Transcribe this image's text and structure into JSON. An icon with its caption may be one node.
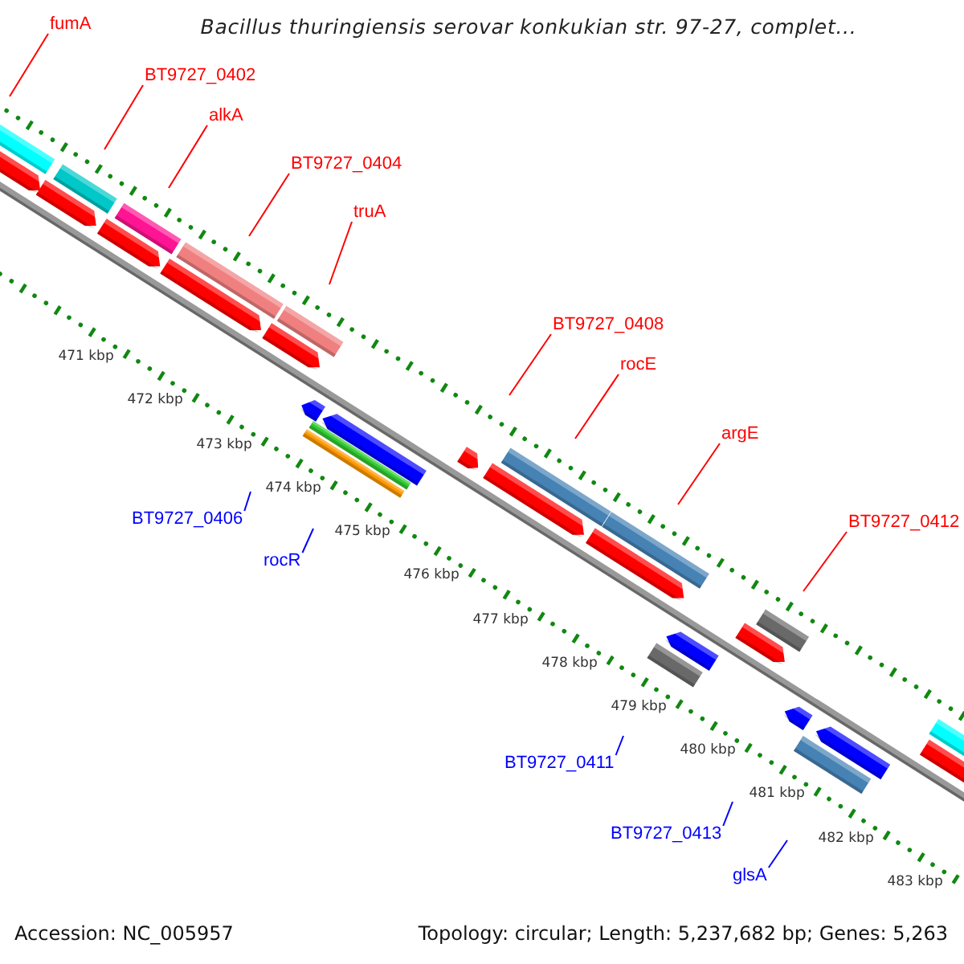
{
  "diagram": {
    "title": "Bacillus thuringiensis serovar konkukian str. 97-27, complet...",
    "nodes": [
      {
        "text": [
          "fumA"
        ]
      },
      {
        "text": [
          "BT9727_0402"
        ]
      },
      {
        "text": [
          "alkA"
        ]
      },
      {
        "text": [
          "BT9727_0404"
        ]
      },
      {
        "text": [
          "truA"
        ]
      },
      {
        "text": [
          "BT9727_0408"
        ]
      },
      {
        "text": [
          "rocE"
        ]
      },
      {
        "text": [
          "argE"
        ]
      },
      {
        "text": [
          "BT9727_0406"
        ]
      },
      {
        "text": [
          "BT9727_0412"
        ]
      },
      {
        "text": [
          "rocR"
        ]
      },
      {
        "text": [
          "BT9727_0411"
        ]
      },
      {
        "text": [
          "BT9727_0413"
        ]
      },
      {
        "text": [
          "glsA"
        ]
      }
    ],
    "edges": [
      {
        "from": 0,
        "to": null,
        "arrow": "none"
      },
      {
        "from": 1,
        "to": null,
        "arrow": "none"
      },
      {
        "from": 2,
        "to": null,
        "arrow": "none"
      },
      {
        "from": 3,
        "to": null,
        "arrow": "none"
      },
      {
        "from": 4,
        "to": null,
        "arrow": "none"
      },
      {
        "from": 5,
        "to": null,
        "arrow": "none"
      },
      {
        "from": 6,
        "to": null,
        "arrow": "none"
      },
      {
        "from": 7,
        "to": null,
        "arrow": "none"
      },
      {
        "from": 8,
        "to": null,
        "arrow": "none",
        "color": "#0000ff"
      },
      {
        "from": 9,
        "to": null,
        "arrow": "none"
      },
      {
        "from": 10,
        "to": null,
        "arrow": "none",
        "color": "#0000ff"
      },
      {
        "from": 11,
        "to": null,
        "arrow": "none",
        "color": "#0000ff"
      },
      {
        "from": 12,
        "to": null,
        "arrow": "none",
        "color": "#0000ff"
      },
      {
        "from": 13,
        "to": null,
        "arrow": "none",
        "color": "#0000ff"
      }
    ],
    "labels": [
      "471 kbp",
      "472 kbp",
      "473 kbp",
      "474 kbp",
      "475 kbp",
      "476 kbp",
      "477 kbp",
      "478 kbp",
      "479 kbp",
      "480 kbp",
      "481 kbp",
      "482 kbp",
      "483 kbp",
      "Accession: NC_005957",
      "Topology: circular; Length: 5,237,682 bp; Genes: 5,263"
    ]
  }
}
